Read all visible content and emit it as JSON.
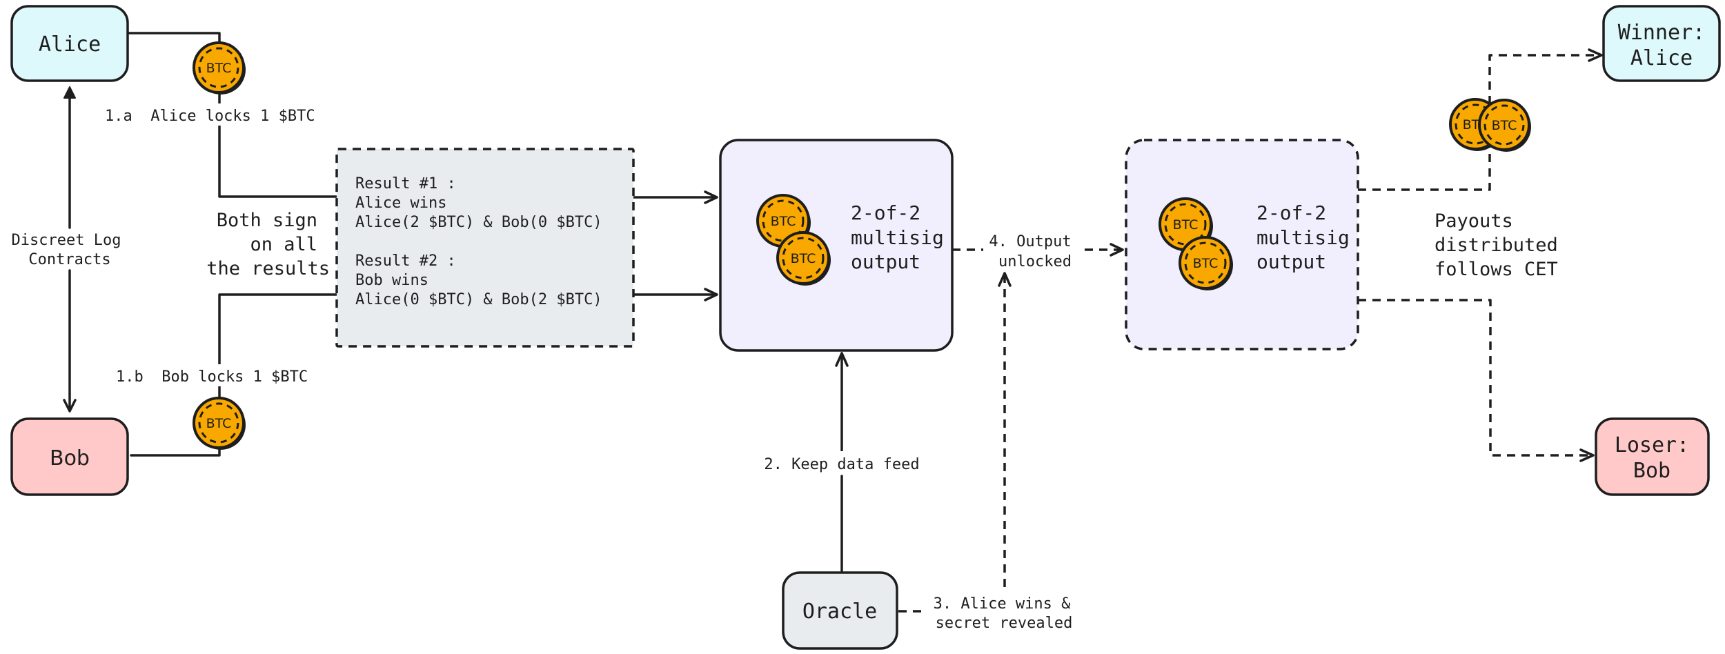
{
  "nodes": {
    "alice": {
      "label": "Alice",
      "fill": "#ddf9fb"
    },
    "bob": {
      "label": "Bob",
      "fill": "#ffc9c9"
    },
    "oracle": {
      "label": "Oracle",
      "fill": "#e9ecef"
    },
    "winner": {
      "lines": [
        "Winner:",
        "Alice"
      ],
      "fill": "#ddf9fb"
    },
    "loser": {
      "lines": [
        "Loser:",
        "Bob"
      ],
      "fill": "#ffc9c9"
    },
    "results": {
      "fill": "#e9ecef",
      "lines": [
        "Result #1 :",
        "Alice wins",
        "Alice(2 $BTC) & Bob(0 $BTC)",
        "",
        "Result #2 :",
        "Bob wins",
        "Alice(0 $BTC) & Bob(2 $BTC)"
      ]
    },
    "multisig_locked": {
      "lines": [
        "2-of-2",
        "multisig",
        "output"
      ],
      "fill": "#f1effd"
    },
    "multisig_unlocked": {
      "lines": [
        "2-of-2",
        "multisig",
        "output"
      ],
      "fill": "#f1effd"
    }
  },
  "coin": {
    "label": "BTC",
    "color": "#f9a800"
  },
  "labels": {
    "dlc": [
      "Discreet Log",
      "Contracts"
    ],
    "alice_locks": "1.a  Alice locks 1 $BTC",
    "bob_locks": "1.b  Bob locks 1 $BTC",
    "both_sign": [
      "Both sign",
      "on all",
      "the results"
    ],
    "keep_feed": "2. Keep data feed",
    "alice_wins": [
      "3. Alice wins &",
      "secret revealed"
    ],
    "output_unlocked": [
      "4. Output",
      "unlocked"
    ],
    "payouts": [
      "Payouts",
      "distributed",
      "follows CET"
    ]
  }
}
